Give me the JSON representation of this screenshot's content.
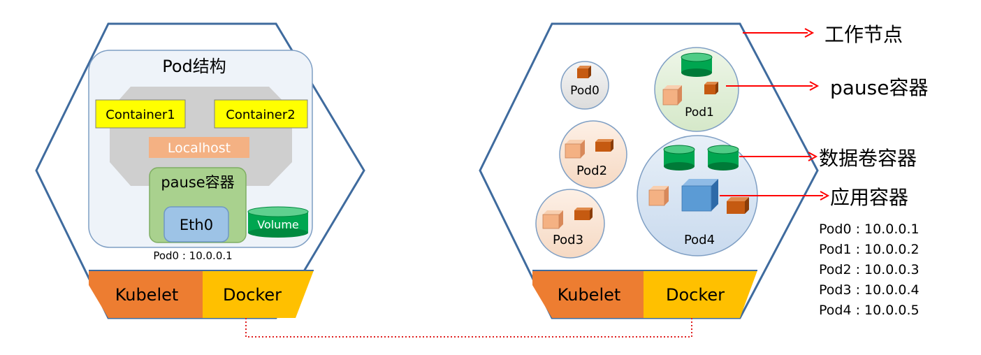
{
  "left_node": {
    "title": "Pod结构",
    "container1": "Container1",
    "container2": "Container2",
    "localhost": "Localhost",
    "pause": "pause容器",
    "eth0": "Eth0",
    "volume": "Volume",
    "pod_ip": "Pod0 : 10.0.0.1",
    "kubelet": "Kubelet",
    "docker": "Docker"
  },
  "right_node": {
    "pods": [
      "Pod0",
      "Pod1",
      "Pod2",
      "Pod3",
      "Pod4"
    ],
    "kubelet": "Kubelet",
    "docker": "Docker"
  },
  "legend": {
    "work_node": "工作节点",
    "pause_container": "pause容器",
    "data_volume_container": "数据卷容器",
    "app_container": "应用容器"
  },
  "ip_list": [
    "Pod0 : 10.0.0.1",
    "Pod1 : 10.0.0.2",
    "Pod2 : 10.0.0.3",
    "Pod3 : 10.0.0.4",
    "Pod4 : 10.0.0.5"
  ],
  "colors": {
    "hex_border": "#3f6b9e",
    "kubelet": "#ed7d31",
    "docker": "#ffc000",
    "container_yellow": "#ffff00",
    "pause_green": "#a9d18e",
    "volume_green": "#00a650",
    "app_orange": "#c55a11",
    "app_light": "#f4b183",
    "app_blue": "#5b9bd5",
    "arrow_red": "#ff0000"
  }
}
